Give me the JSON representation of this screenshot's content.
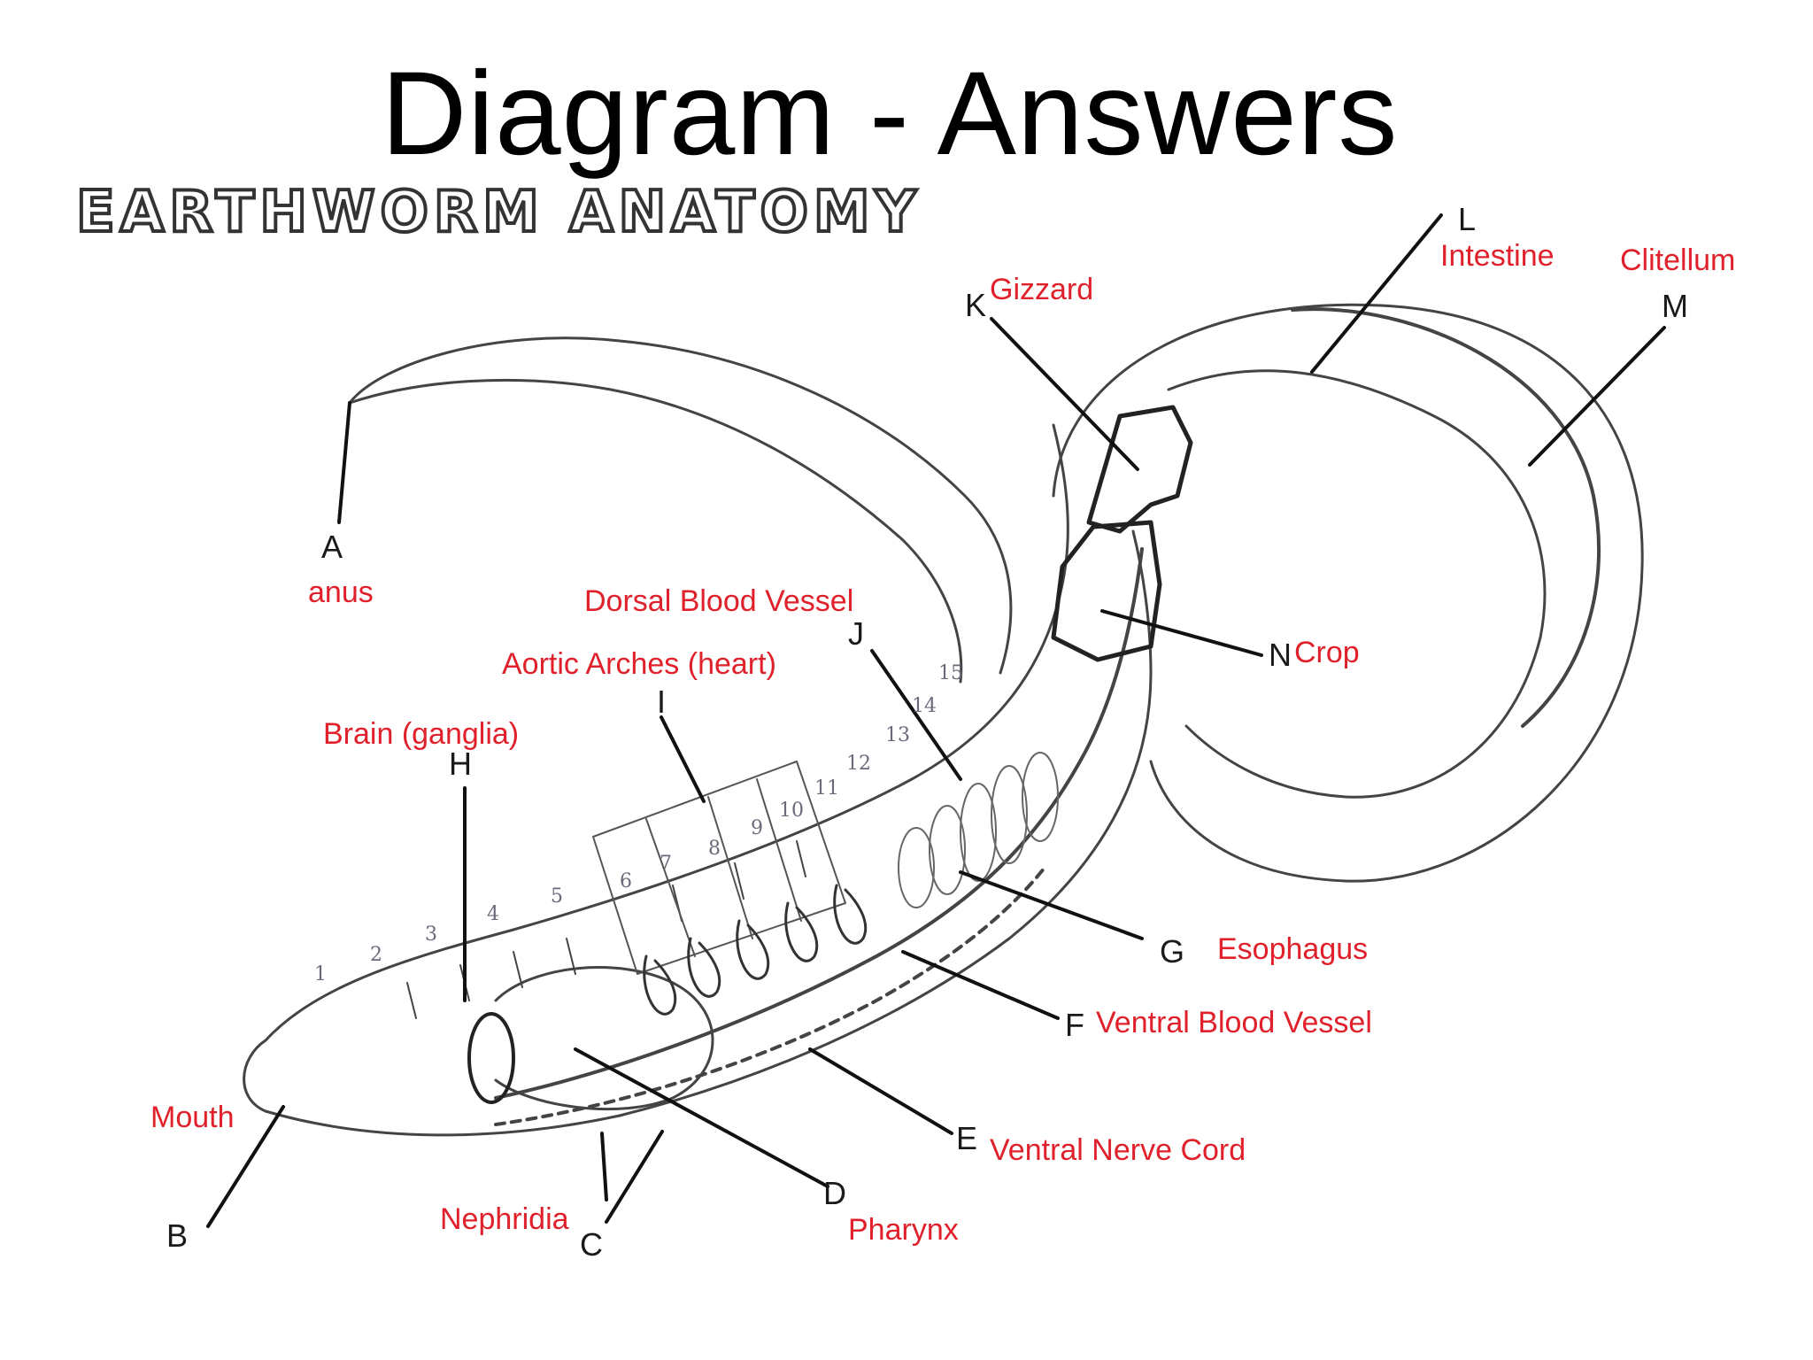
{
  "title": "Diagram - Answers",
  "banner": "EARTHWORM ANATOMY",
  "colors": {
    "label_red": "#e0202a",
    "letter_black": "#1a1a1a",
    "line": "#111111"
  },
  "labels": {
    "A": {
      "letter": "A",
      "name": "anus"
    },
    "B": {
      "letter": "B",
      "name": "Mouth"
    },
    "C": {
      "letter": "C",
      "name": "Nephridia"
    },
    "D": {
      "letter": "D",
      "name": "Pharynx"
    },
    "E": {
      "letter": "E",
      "name": "Ventral Nerve Cord"
    },
    "F": {
      "letter": "F",
      "name": "Ventral Blood Vessel"
    },
    "G": {
      "letter": "G",
      "name": "Esophagus"
    },
    "H": {
      "letter": "H",
      "name": "Brain (ganglia)"
    },
    "I": {
      "letter": "I",
      "name": "Aortic Arches (heart)"
    },
    "J": {
      "letter": "J",
      "name": "Dorsal Blood Vessel"
    },
    "K": {
      "letter": "K",
      "name": "Gizzard"
    },
    "L": {
      "letter": "L",
      "name": "Intestine"
    },
    "M": {
      "letter": "M",
      "name": "Clitellum"
    },
    "N": {
      "letter": "N",
      "name": "Crop"
    }
  },
  "segment_numbers": [
    "1",
    "2",
    "3",
    "4",
    "5",
    "6",
    "7",
    "8",
    "9",
    "10",
    "11",
    "12",
    "13",
    "14",
    "15"
  ]
}
